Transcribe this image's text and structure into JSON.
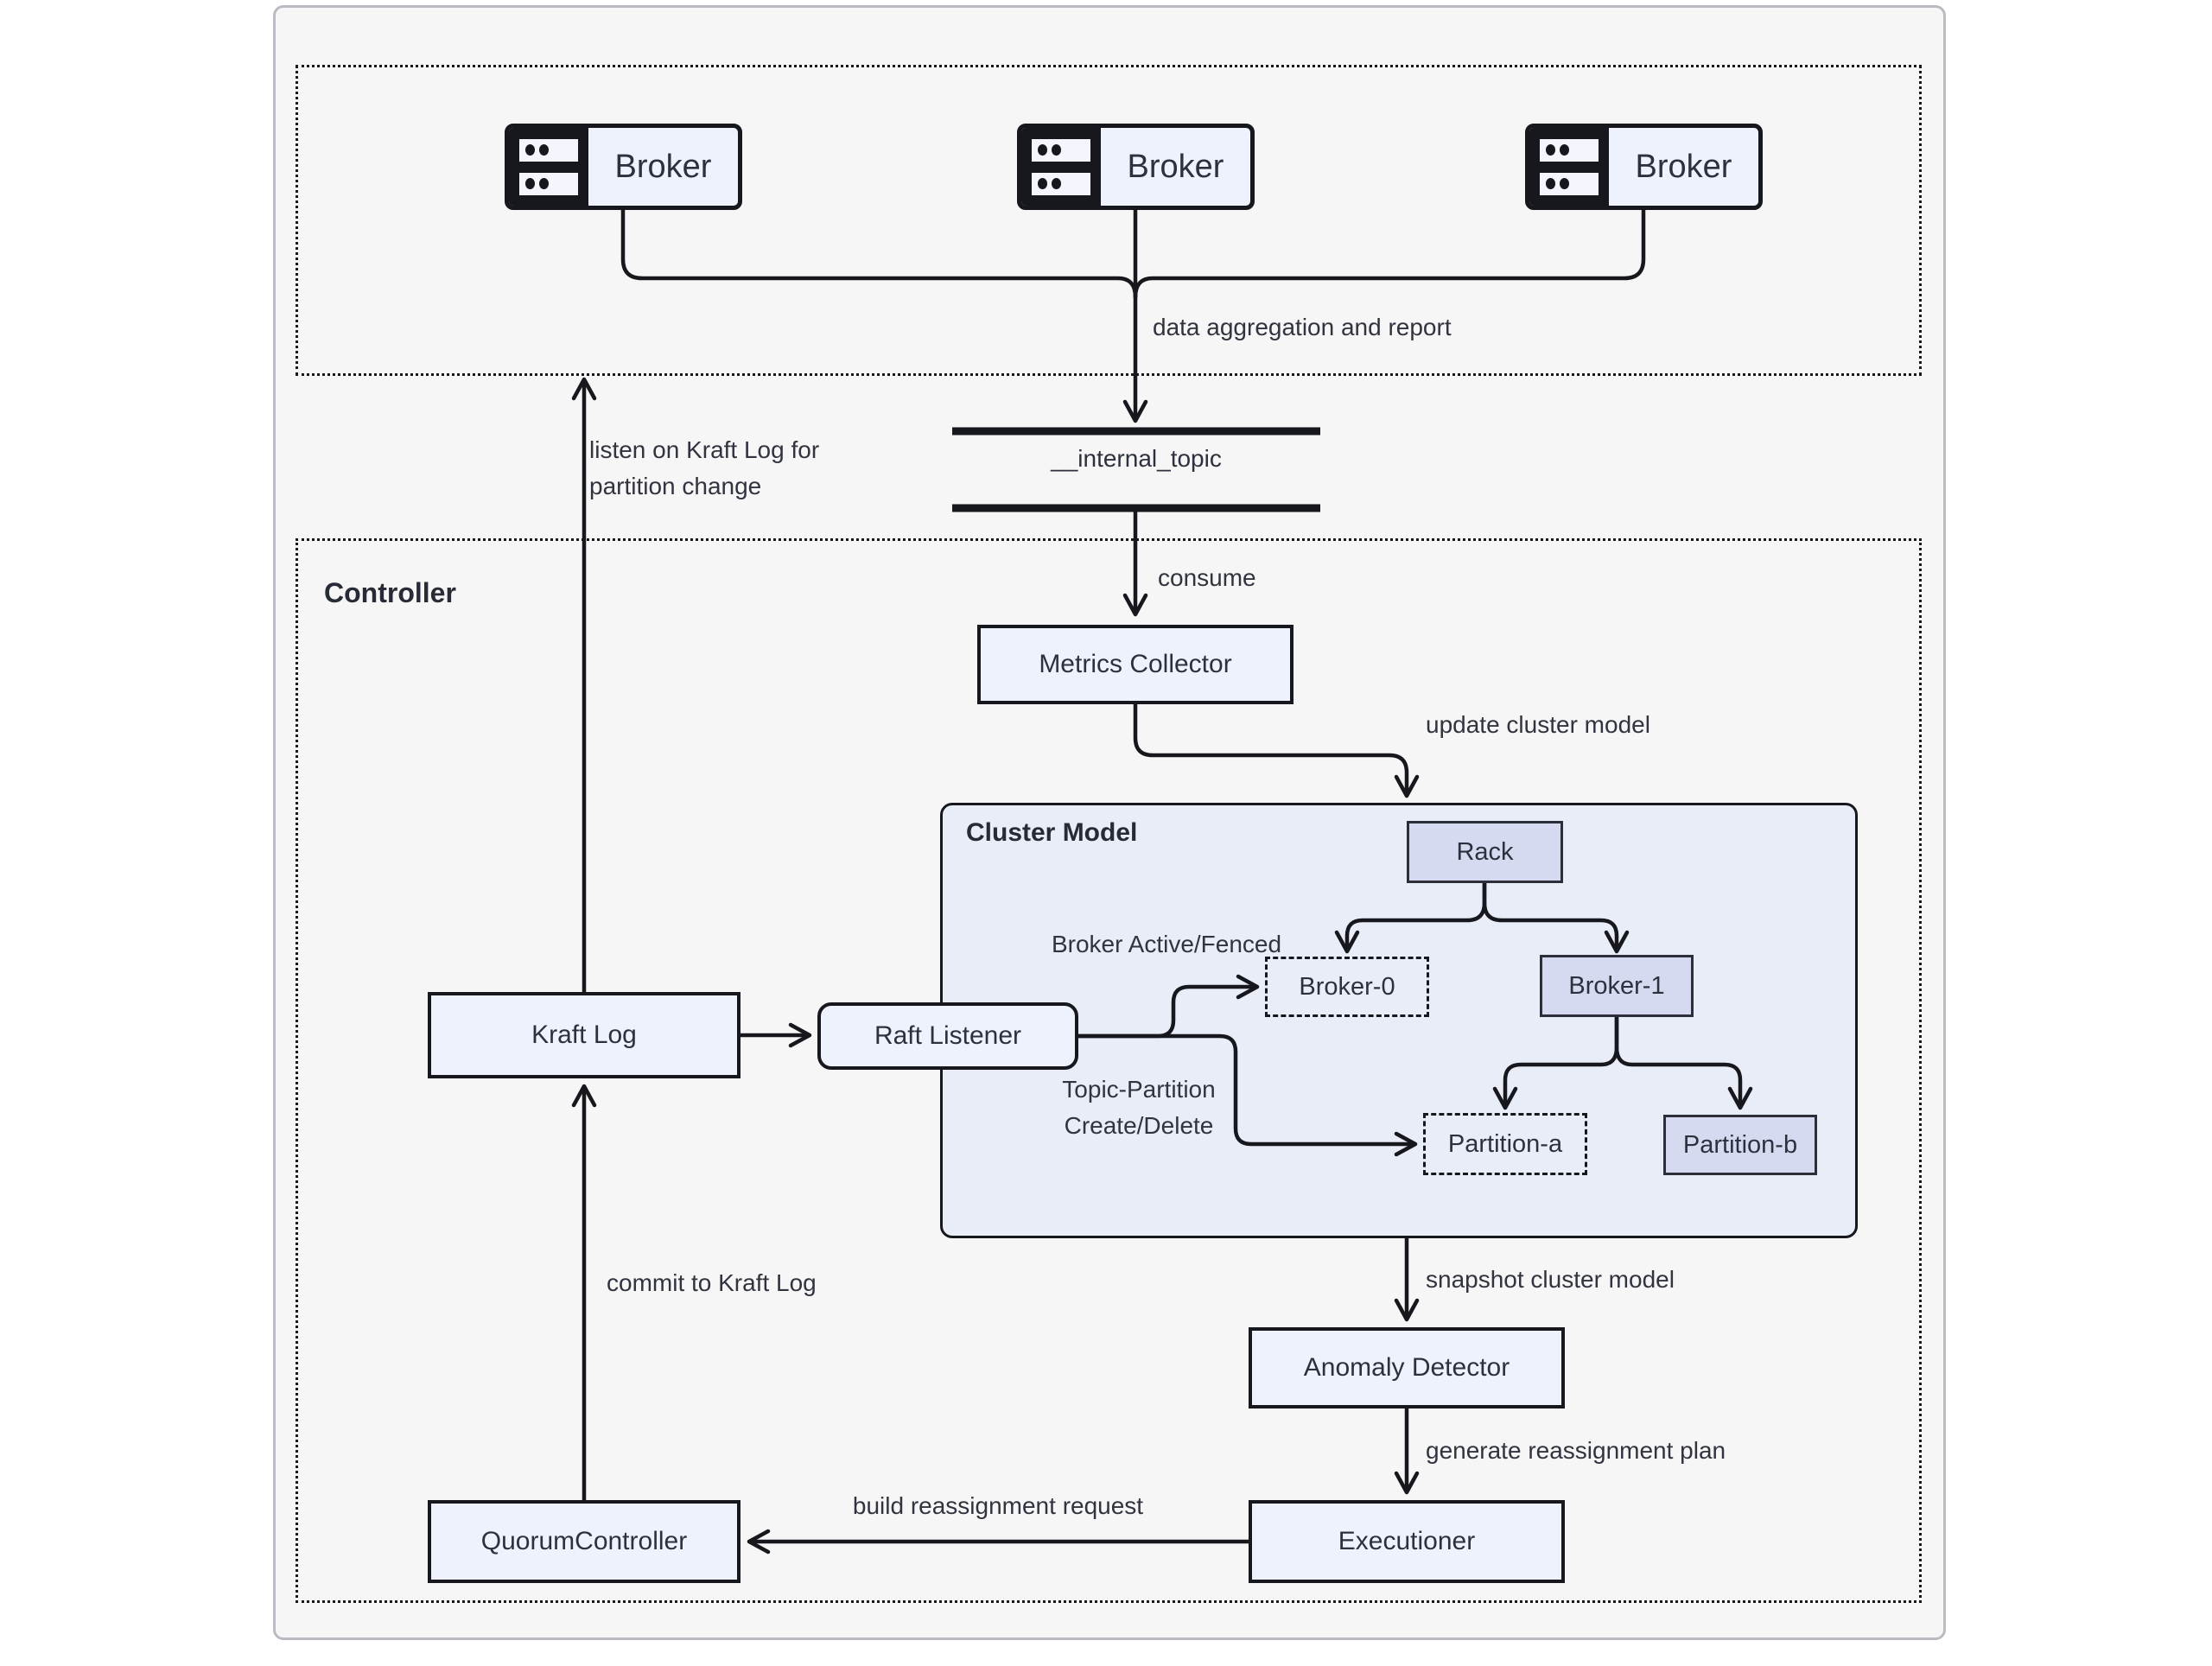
{
  "brokers_section": {
    "brokers": [
      {
        "label": "Broker"
      },
      {
        "label": "Broker"
      },
      {
        "label": "Broker"
      }
    ]
  },
  "topic": {
    "label": "__internal_topic"
  },
  "controller": {
    "title": "Controller",
    "nodes": {
      "metrics_collector": "Metrics Collector",
      "kraft_log": "Kraft Log",
      "raft_listener": "Raft Listener",
      "anomaly_detector": "Anomaly Detector",
      "executioner": "Executioner",
      "quorum_controller": "QuorumController"
    },
    "cluster_model": {
      "title": "Cluster Model",
      "rack": "Rack",
      "broker0": "Broker-0",
      "broker1": "Broker-1",
      "partition_a": "Partition-a",
      "partition_b": "Partition-b"
    }
  },
  "edge_labels": {
    "data_aggregation": "data aggregation and report",
    "listen_line1": "listen on Kraft Log for",
    "listen_line2": "partition change",
    "consume": "consume",
    "update_cluster_model": "update cluster model",
    "broker_active_fenced": "Broker Active/Fenced",
    "topic_partition_line1": "Topic-Partition",
    "topic_partition_line2": "Create/Delete",
    "snapshot": "snapshot cluster model",
    "generate_plan": "generate reassignment plan",
    "build_request": "build reassignment request",
    "commit": "commit to Kraft Log"
  },
  "colors": {
    "node_fill": "#eef2fc",
    "accent_fill": "#d5daf0",
    "cluster_fill": "#e9edf8",
    "stroke": "#17171e",
    "card_border": "#b9bcc2",
    "card_bg": "#f6f6f7"
  }
}
